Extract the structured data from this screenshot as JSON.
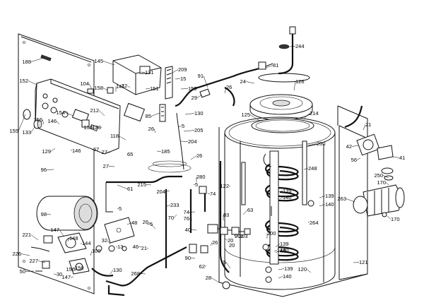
{
  "callouts": [
    "244",
    "188",
    "81",
    "145",
    "131",
    "209",
    "91",
    "126",
    "104",
    "152",
    "158",
    "141",
    "72",
    "151",
    "15",
    "159",
    "29",
    "26",
    "24",
    "130",
    "85",
    "154",
    "212",
    "138",
    "125",
    "214",
    "155",
    "133",
    "156",
    "146",
    "154",
    "5",
    "205",
    "21",
    "118",
    "26",
    "129",
    "146",
    "67",
    "27",
    "65",
    "185",
    "204",
    "200",
    "27",
    "42",
    "56",
    "96",
    "26",
    "248",
    "122",
    "280",
    "204",
    "215",
    "5",
    "41",
    "250",
    "170",
    "61",
    "5",
    "74",
    "233",
    "139",
    "140",
    "139",
    "140",
    "263",
    "98",
    "70",
    "74",
    "83",
    "63",
    "264",
    "48",
    "5",
    "76",
    "202",
    "170",
    "221",
    "147",
    "26",
    "40",
    "20",
    "203",
    "148",
    "144",
    "32",
    "13",
    "46",
    "21",
    "26",
    "20",
    "200",
    "139",
    "148",
    "140",
    "100",
    "226",
    "227",
    "90",
    "62",
    "150",
    "130",
    "268",
    "120",
    "121",
    "50",
    "147",
    "30",
    "28",
    "139",
    "140",
    "5",
    "150"
  ]
}
